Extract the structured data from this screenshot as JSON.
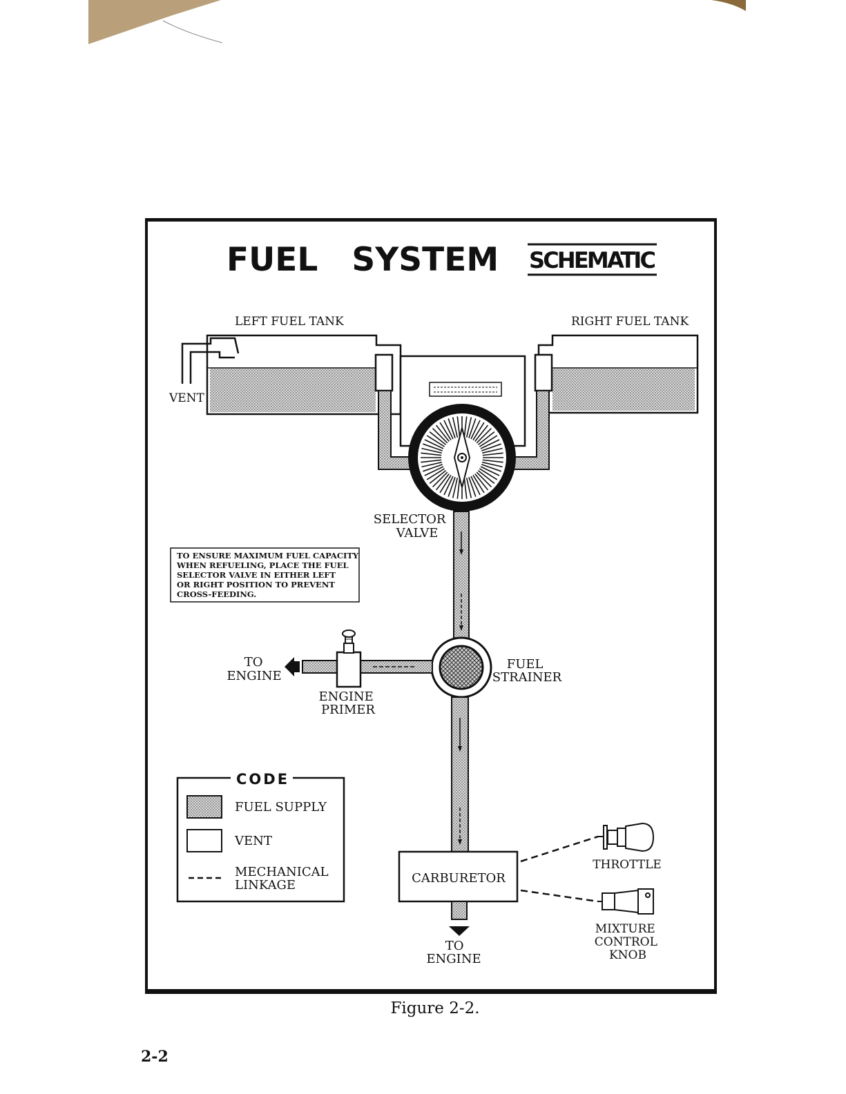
{
  "title": {
    "main": "FUEL   SYSTEM",
    "sub": "SCHEMATIC"
  },
  "tanks": {
    "left_label": "LEFT FUEL TANK",
    "right_label": "RIGHT FUEL TANK",
    "vent_label": "VENT"
  },
  "components": {
    "selector_valve": [
      "SELECTOR",
      "VALVE"
    ],
    "fuel_strainer": [
      "FUEL",
      "STRAINER"
    ],
    "engine_primer": [
      "ENGINE",
      "PRIMER"
    ],
    "primer_to_engine": [
      "TO",
      "ENGINE"
    ],
    "carburetor": "CARBURETOR",
    "carb_to_engine": [
      "TO",
      "ENGINE"
    ],
    "throttle": "THROTTLE",
    "mixture_control": [
      "MIXTURE",
      "CONTROL",
      "KNOB"
    ]
  },
  "note": [
    "TO ENSURE MAXIMUM FUEL CAPACITY",
    "WHEN REFUELING, PLACE THE FUEL",
    "SELECTOR VALVE IN EITHER LEFT",
    "OR RIGHT POSITION TO PREVENT",
    "CROSS-FEEDING."
  ],
  "code_legend": {
    "heading": "CODE",
    "fuel_supply": "FUEL SUPPLY",
    "vent": "VENT",
    "mechanical_linkage": [
      "MECHANICAL",
      "LINKAGE"
    ]
  },
  "caption": "Figure 2-2.",
  "page_number": "2-2",
  "colors": {
    "ink": "#111111",
    "fuel_fill": "#bdbdbd",
    "paper": "#ffffff",
    "torn_paper": "#b9a07a"
  }
}
